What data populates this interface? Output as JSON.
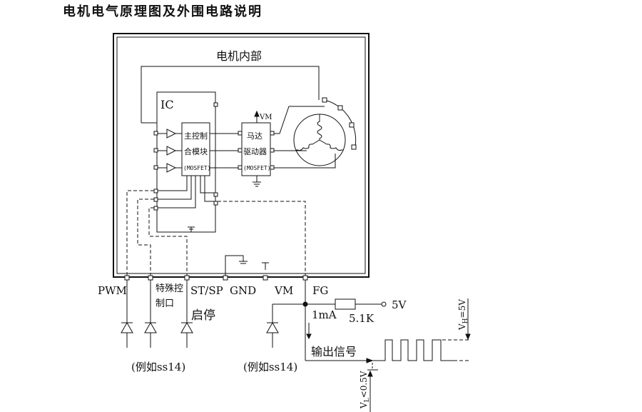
{
  "title": "电机电气原理图及外围电路说明",
  "motor_internal_label": "电机内部",
  "ic_label": "IC",
  "controller": {
    "line1": "主控制",
    "line2": "合模块",
    "line3": "(MOSFET)"
  },
  "driver": {
    "line1": "马达",
    "line2": "驱动器",
    "line3": "(MOSFET)"
  },
  "vm_top_label": "VM",
  "pins": {
    "pwm": "PWM",
    "special_line1": "特殊控",
    "special_line2": "制口",
    "stsp": "ST/SP",
    "gnd": "GND",
    "vm": "VM",
    "fg": "FG"
  },
  "start_stop_label": "启停",
  "example_left": "(例如ss14)",
  "example_right": "(例如ss14)",
  "current_label": "1mA",
  "resistor_label": "5.1K",
  "supply_label": "5V",
  "output_label": "输出信号",
  "vh_label": "V",
  "vh_sub": "H",
  "vh_value": "=5V",
  "vl_label": "V",
  "vl_sub": "L",
  "vl_value": "<0.5V",
  "colors": {
    "line": "#111111",
    "background": "#ffffff"
  }
}
